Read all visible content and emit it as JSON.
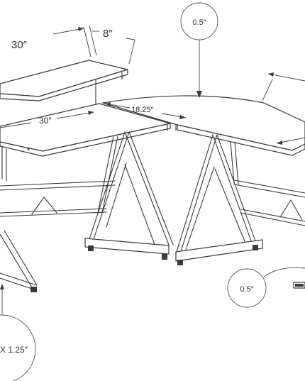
{
  "labels": {
    "shelf_width": "30″",
    "shelf_depth": "8″",
    "desk_width": "30″",
    "corner_width": "18.25″",
    "thickness_top": "0.5″",
    "thickness_bottom": "0.5″",
    "leg_section": "X 1.25″"
  },
  "colors": {
    "line": "#3a3a3a",
    "text": "#333333",
    "background": "#ffffff"
  }
}
